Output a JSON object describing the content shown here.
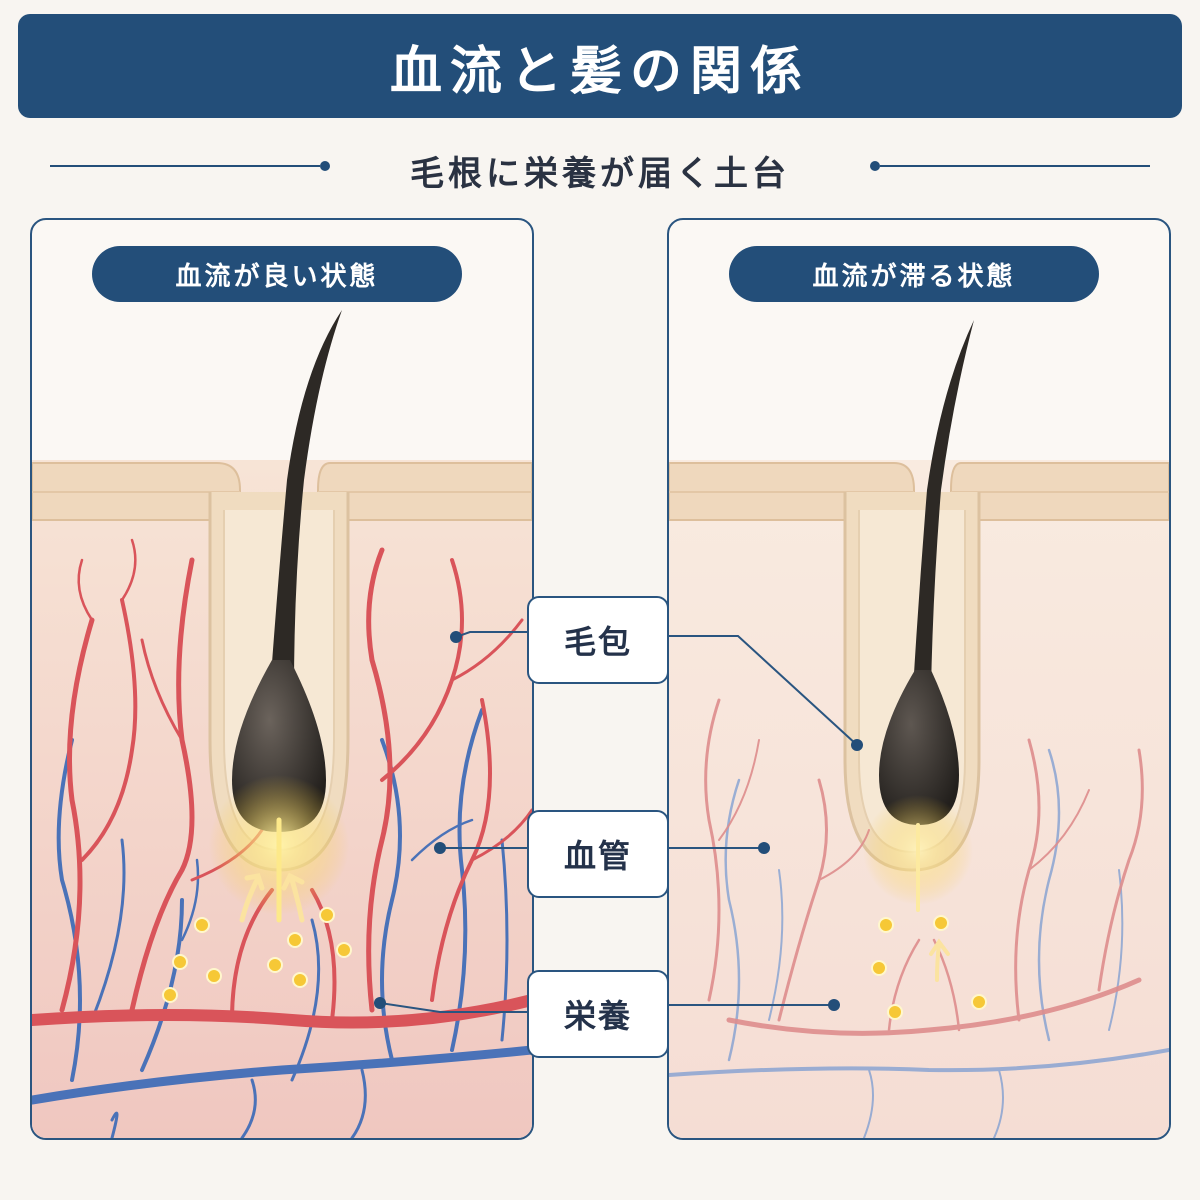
{
  "title": "血流と髪の関係",
  "subtitle": "毛根に栄養が届く土台",
  "panels": {
    "good": {
      "label": "血流が良い状態"
    },
    "poor": {
      "label": "血流が滞る状態"
    }
  },
  "callouts": {
    "follicle": "毛包",
    "vessel": "血管",
    "nutrient": "栄養"
  },
  "colors": {
    "navy": "#234e79",
    "artery": "#d9545a",
    "vein": "#4a72b8",
    "nutrient": "#f6c836",
    "hair": "#2d2925",
    "skin": "#f3dcc2"
  }
}
